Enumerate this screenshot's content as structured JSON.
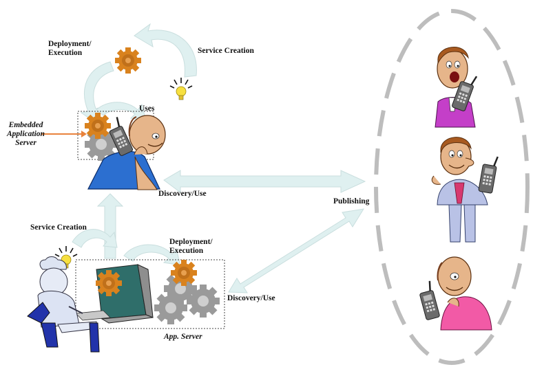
{
  "labels": {
    "deployment_top": [
      "Deployment/",
      "Execution"
    ],
    "service_creation_top": "Service Creation",
    "uses": "Uses",
    "embedded_server": [
      "Embedded",
      "Application",
      "Server"
    ],
    "discovery_use_top": "Discovery/Use",
    "publishing": "Publishing",
    "service_creation_bottom": "Service Creation",
    "deployment_bottom": [
      "Deployment/",
      "Execution"
    ],
    "discovery_use_bottom": "Discovery/Use",
    "app_server": "App. Server"
  },
  "colors": {
    "arrow": "#dff0f0",
    "arrow_stroke": "#c9dede",
    "gear_orange": "#d9821e",
    "gear_gray": "#9a9a9a",
    "ellipse": "#bdbdbd",
    "embedded_pointer": "#e8823c"
  },
  "icons": [
    "gear-icon",
    "lightbulb-icon",
    "person-with-phone-icon",
    "computer-icon"
  ]
}
